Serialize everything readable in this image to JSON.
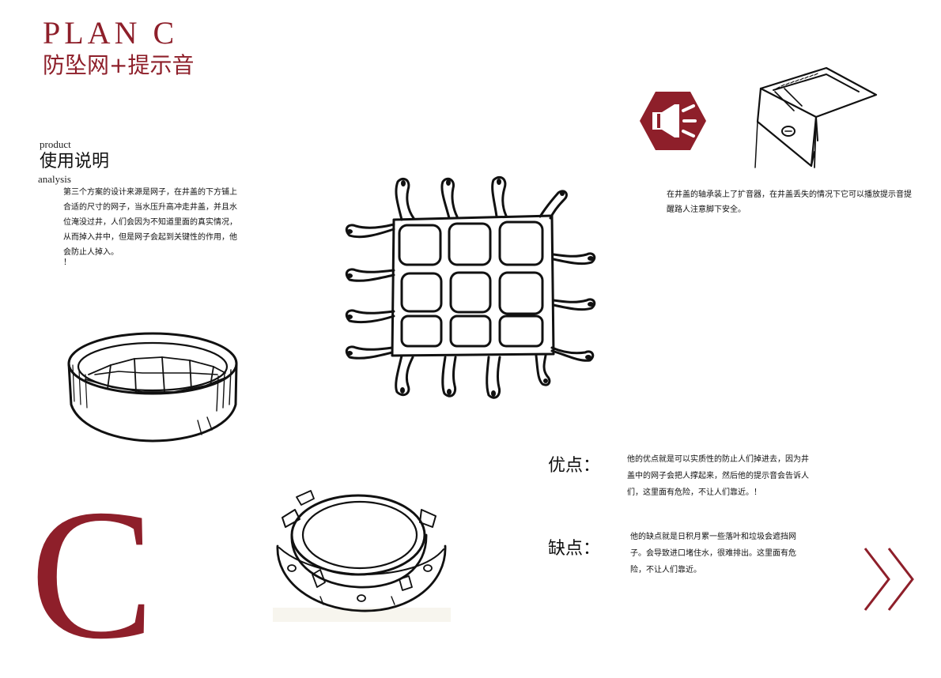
{
  "header": {
    "title": "PLAN C",
    "subtitle": "防坠网+提示音"
  },
  "usage": {
    "label_top": "product",
    "heading": "使用说明",
    "label_bottom": "analysis",
    "paragraph": "第三个方案的设计来源是网子，在井盖的下方铺上合适的尺寸的网子，当水压升高冲走井盖，并且水位淹没过井，人们会因为不知道里面的真实情况，从而掉入井中，但是网子会起到关键性的作用，他会防止人掉入。",
    "note": "！"
  },
  "speaker": {
    "description": "在井盖的轴承装上了扩音器，在井盖丢失的情况下它可以播放提示音提醒路人注意脚下安全。"
  },
  "advantages": {
    "label": "优点：",
    "text": "他的优点就是可以实质性的防止人们掉进去，因为井盖中的网子会把人撑起来，然后他的提示音会告诉人们，这里面有危险，不让人们靠近。！"
  },
  "disadvantages": {
    "label": "缺点：",
    "text": "他的缺点就是日积月累一些落叶和垃圾会遮挡网子。会导致进口堵住水，很难排出。这里面有危险，不让人们靠近。"
  },
  "decor": {
    "big_letter": "C"
  },
  "colors": {
    "accent": "#8e1f2a"
  }
}
